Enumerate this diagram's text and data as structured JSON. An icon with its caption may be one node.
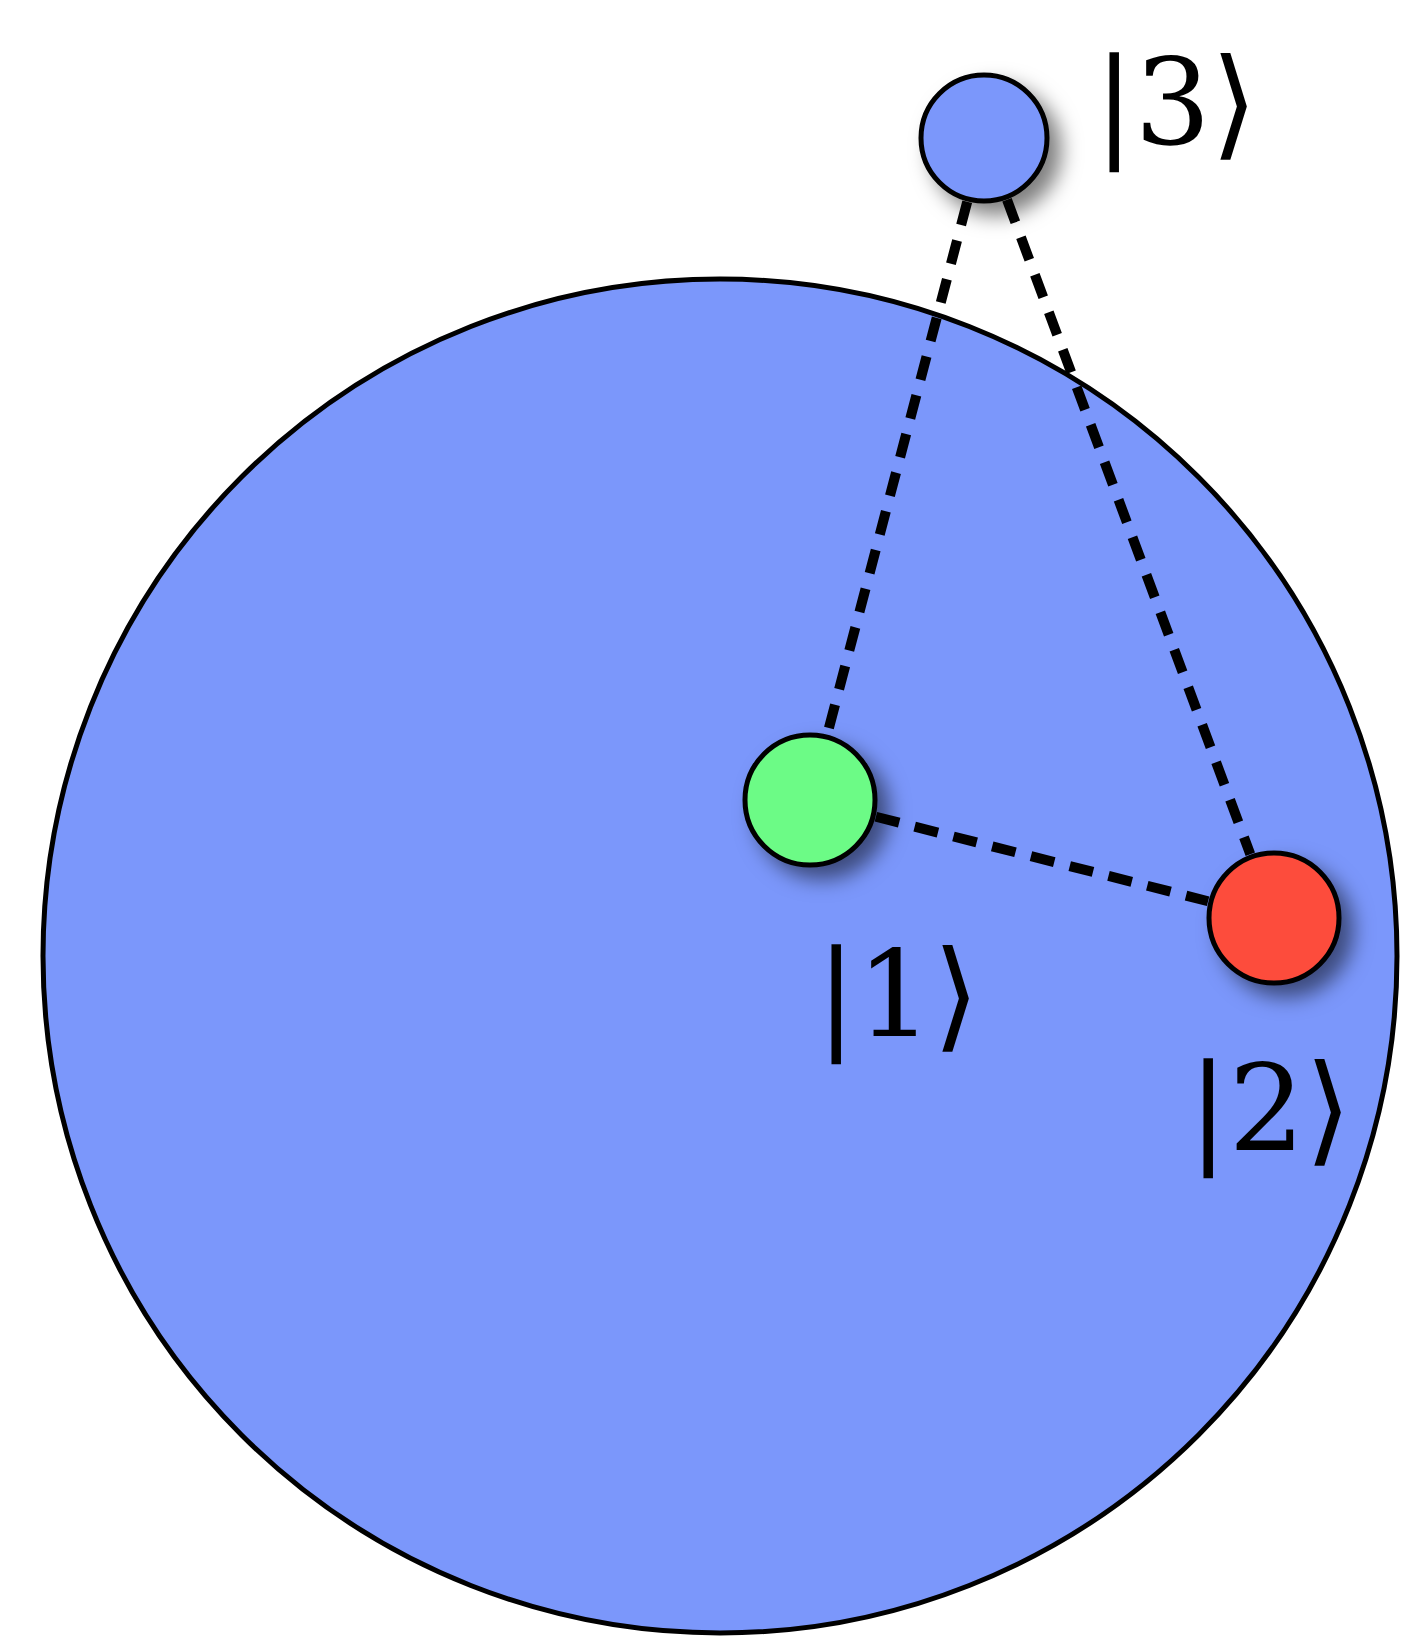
{
  "diagram": {
    "nodes": [
      {
        "text": [],
        "shape": "circle"
      },
      {
        "text": [
          "|3⟩"
        ]
      },
      {
        "text": [
          "|1⟩"
        ],
        "in": 0
      },
      {
        "text": [
          "|2⟩"
        ],
        "in": 0
      }
    ],
    "edges": [
      {
        "from": 1,
        "to": 2,
        "arrow": "none",
        "style": "dashed"
      },
      {
        "from": 1,
        "to": 3,
        "arrow": "none",
        "style": "dashed"
      },
      {
        "from": 2,
        "to": 3,
        "arrow": "none",
        "style": "dashed"
      }
    ]
  }
}
